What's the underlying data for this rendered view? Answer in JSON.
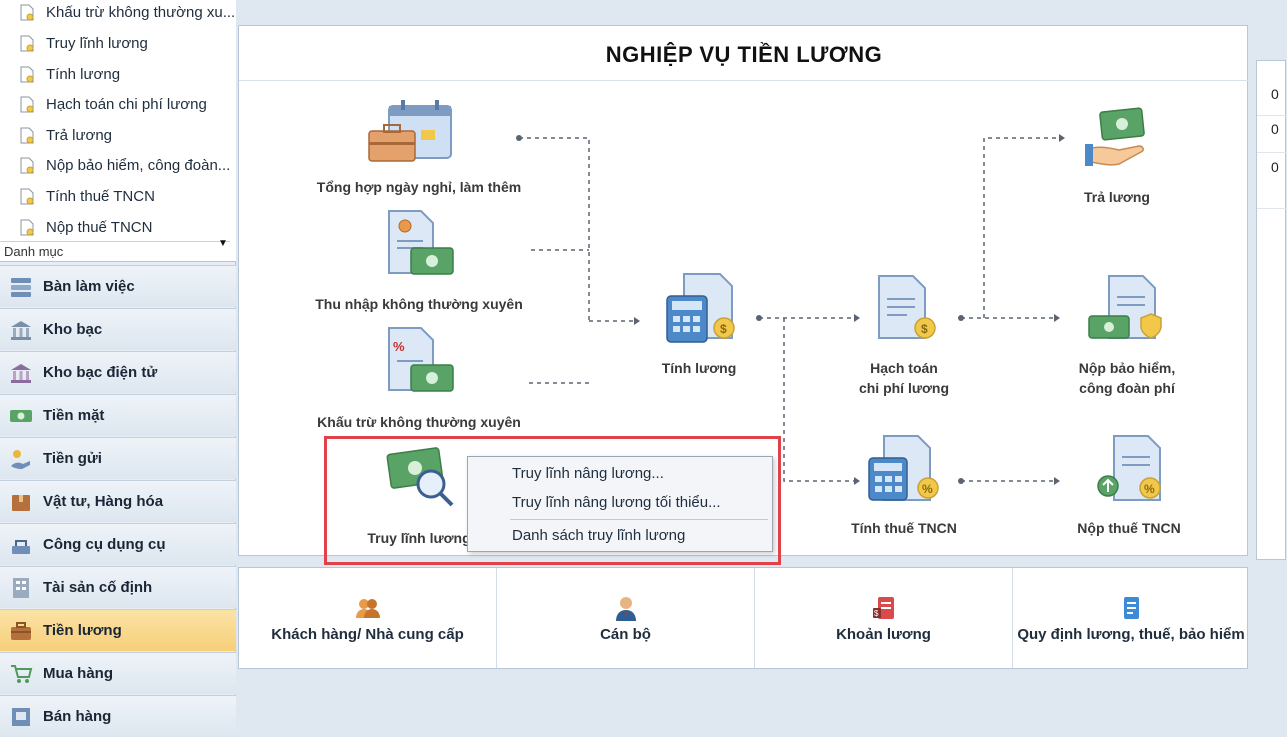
{
  "sidebar": {
    "tree_items": [
      "Khấu trừ không thường xu...",
      "Truy lĩnh lương",
      "Tính lương",
      "Hạch toán chi phí lương",
      "Trả lương",
      "Nộp bảo hiểm, công đoàn...",
      "Tính thuế TNCN",
      "Nộp thuế TNCN"
    ],
    "tree_footer_label": "Danh mục",
    "modules": [
      "Bàn làm việc",
      "Kho bạc",
      "Kho bạc điện tử",
      "Tiền mặt",
      "Tiền gửi",
      "Vật tư, Hàng hóa",
      "Công cụ dụng cụ",
      "Tài sản cố định",
      "Tiền lương",
      "Mua hàng",
      "Bán hàng"
    ],
    "active_module": "Tiền lương"
  },
  "main": {
    "title": "NGHIỆP VỤ TIỀN LƯƠNG",
    "nodes": {
      "tong_hop": "Tổng hợp ngày nghỉ, làm thêm",
      "thu_nhap": "Thu nhập không thường xuyên",
      "khau_tru": "Khấu trừ không thường xuyên",
      "truy_linh": "Truy lĩnh lương",
      "tinh_luong": "Tính lương",
      "hach_toan_1": "Hạch toán",
      "hach_toan_2": "chi phí lương",
      "tinh_thue": "Tính thuế TNCN",
      "tra_luong": "Trả lương",
      "nop_bh_1": "Nộp bảo hiểm,",
      "nop_bh_2": "công đoàn phí",
      "nop_thue": "Nộp thuế TNCN"
    }
  },
  "context_menu": {
    "items": [
      "Truy lĩnh nâng lương...",
      "Truy lĩnh nâng lương tối thiểu...",
      "Danh sách truy lĩnh lương"
    ]
  },
  "bottom": {
    "items": [
      "Khách hàng/ Nhà cung cấp",
      "Cán bộ",
      "Khoản lương",
      "Quy định lương, thuế, bảo hiểm"
    ]
  },
  "right_panel": {
    "rows": [
      "0",
      "0",
      "0"
    ]
  },
  "colors": {
    "accent_active": "#f7cf79",
    "highlight_border": "#e0414a",
    "connector": "#5a6470",
    "money_green": "#4f9a5c",
    "doc_blue": "#d6e4f5"
  }
}
